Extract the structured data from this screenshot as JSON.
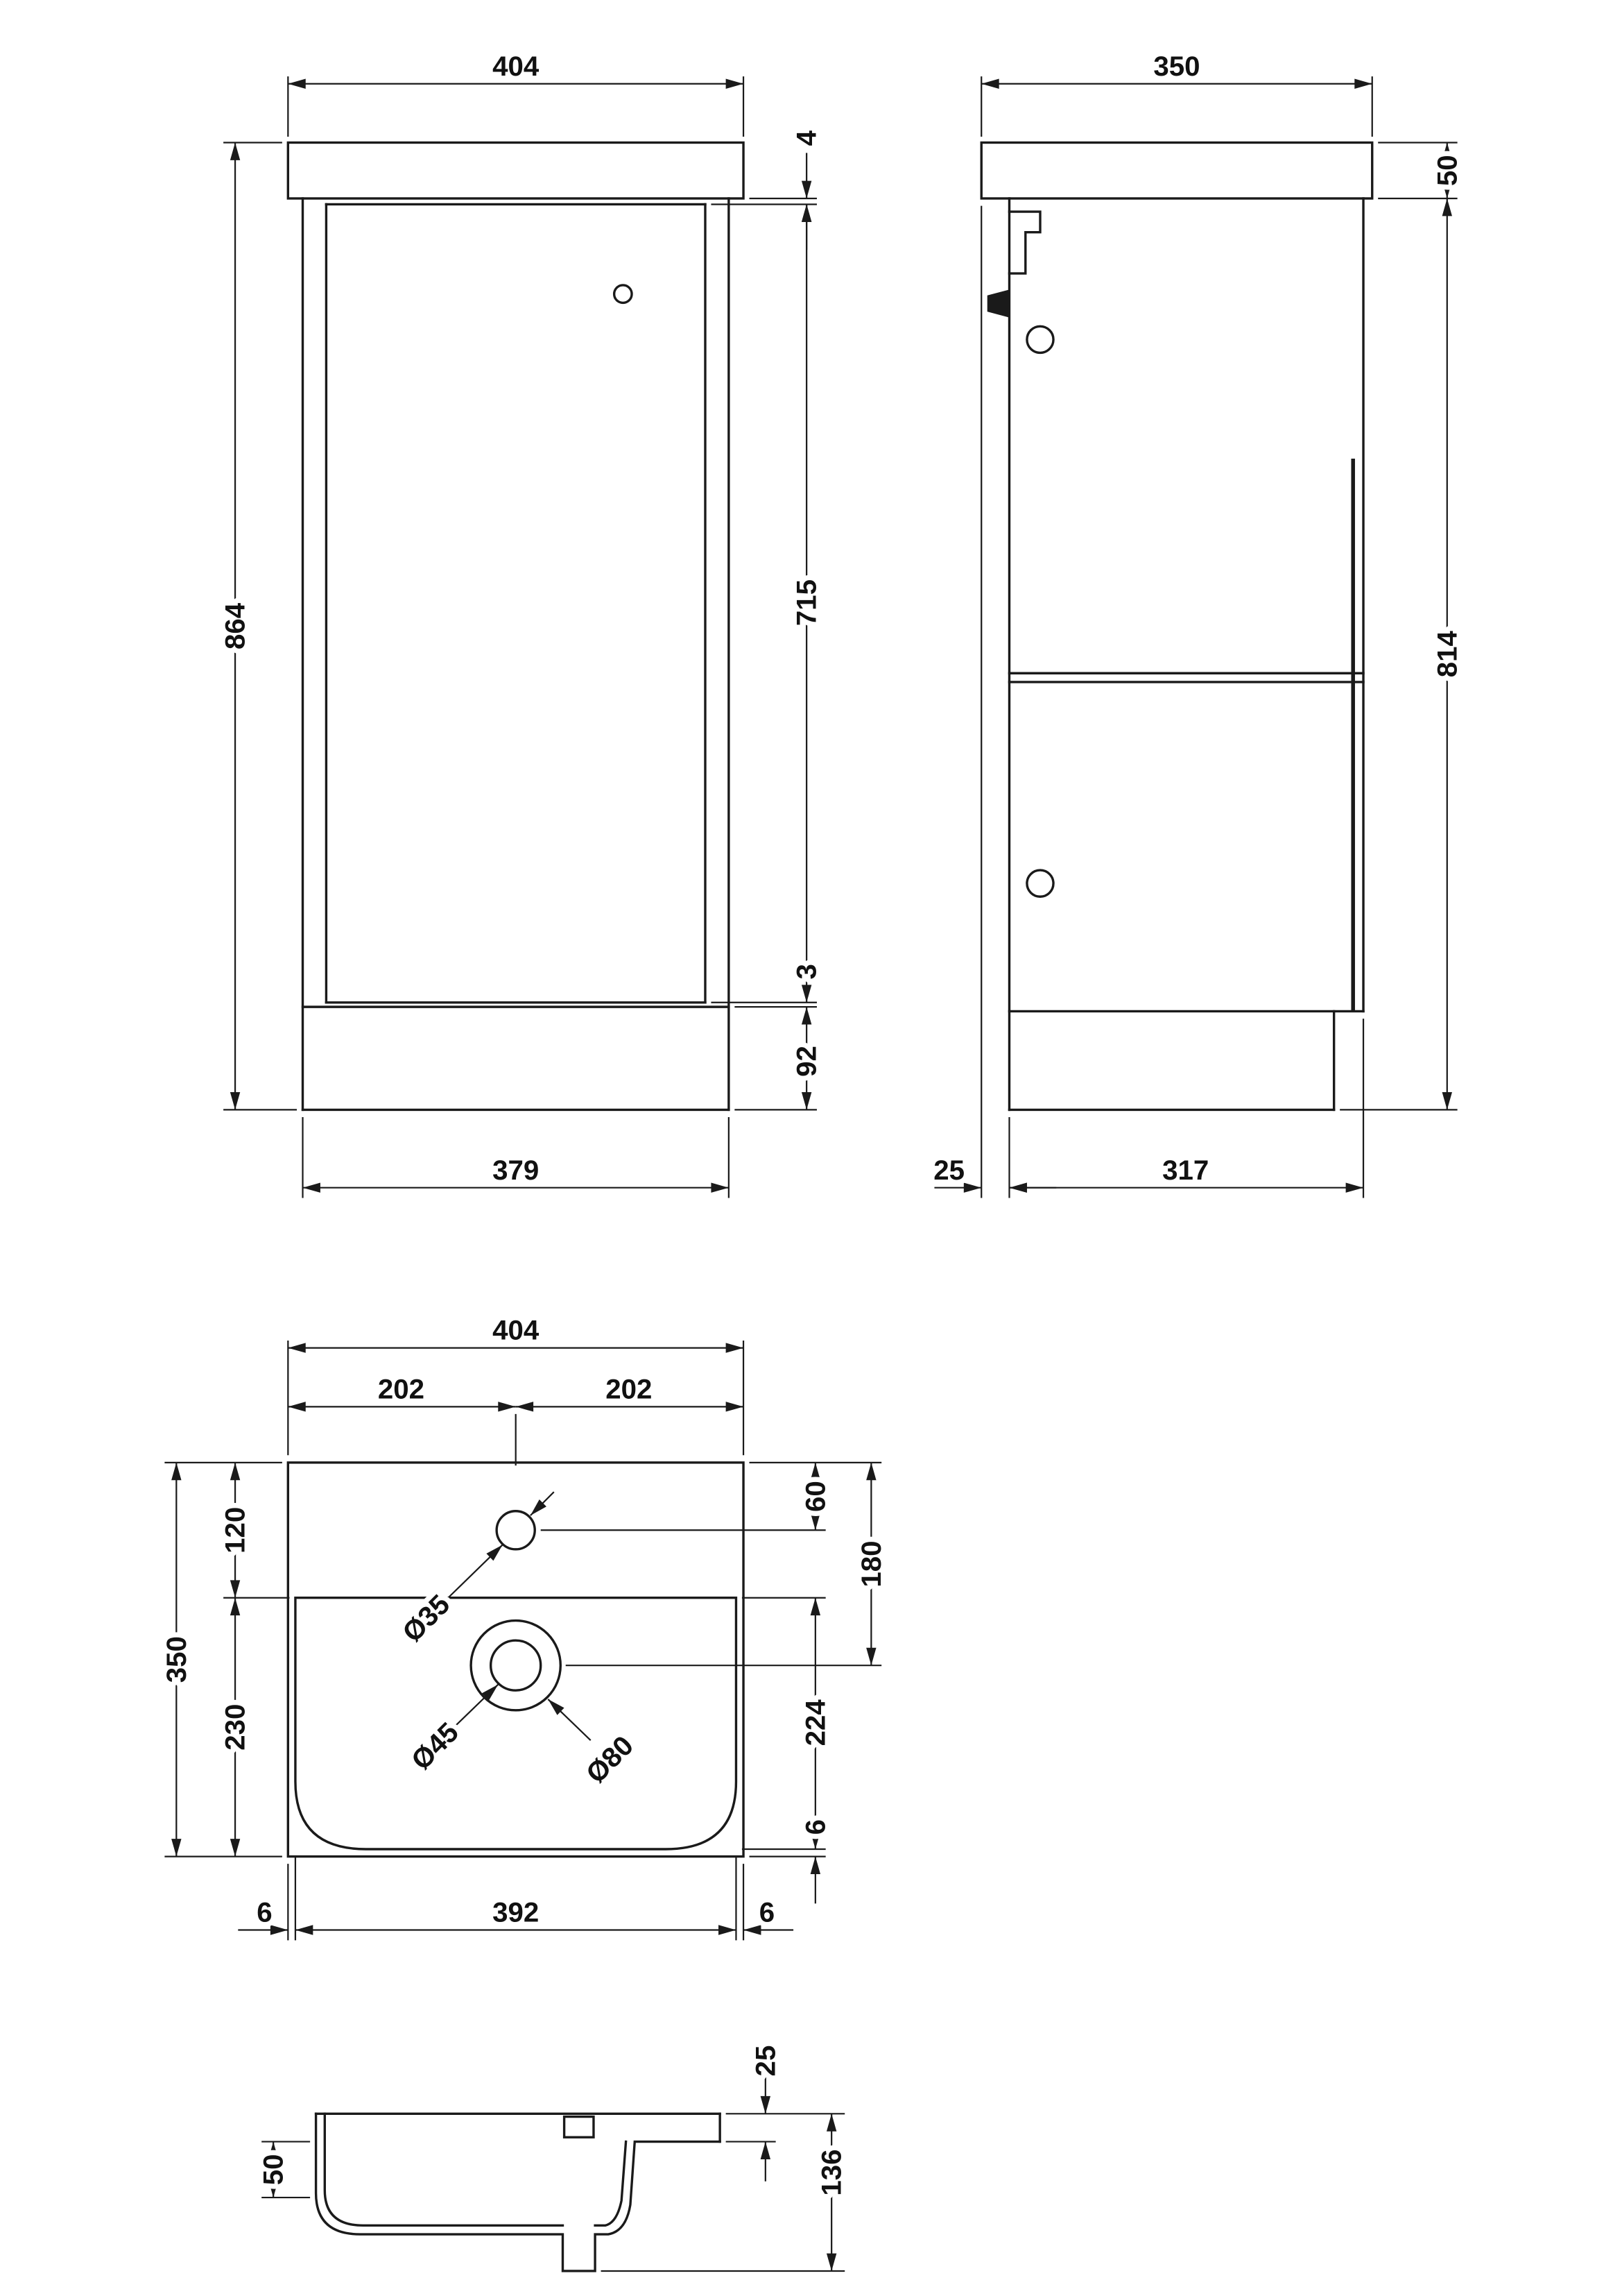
{
  "front_view": {
    "width_overall": "404",
    "height_overall": "864",
    "worktop_to_door_gap": "4",
    "door_height": "715",
    "door_to_plinth_gap": "3",
    "plinth_height": "92",
    "carcass_width": "379"
  },
  "side_view": {
    "depth_overall": "350",
    "worktop_thickness": "50",
    "carcass_height": "814",
    "rear_gap": "25",
    "carcass_depth": "317"
  },
  "plan_view": {
    "width_overall": "404",
    "centre_left": "202",
    "centre_right": "202",
    "depth_overall": "350",
    "deck_depth": "120",
    "bowl_zone_depth": "230",
    "tap_centre_from_back": "60",
    "waste_centre_from_back": "180",
    "bowl_inner_depth": "224",
    "rim_front": "6",
    "rim_left": "6",
    "bowl_width": "392",
    "rim_right": "6",
    "tap_hole_diameter": "Ø35",
    "waste_diameter_inner": "Ø45",
    "waste_diameter_outer": "Ø80"
  },
  "section_view": {
    "rim_thickness": "25",
    "bowl_front_drop": "50",
    "bowl_depth_overall": "136"
  }
}
